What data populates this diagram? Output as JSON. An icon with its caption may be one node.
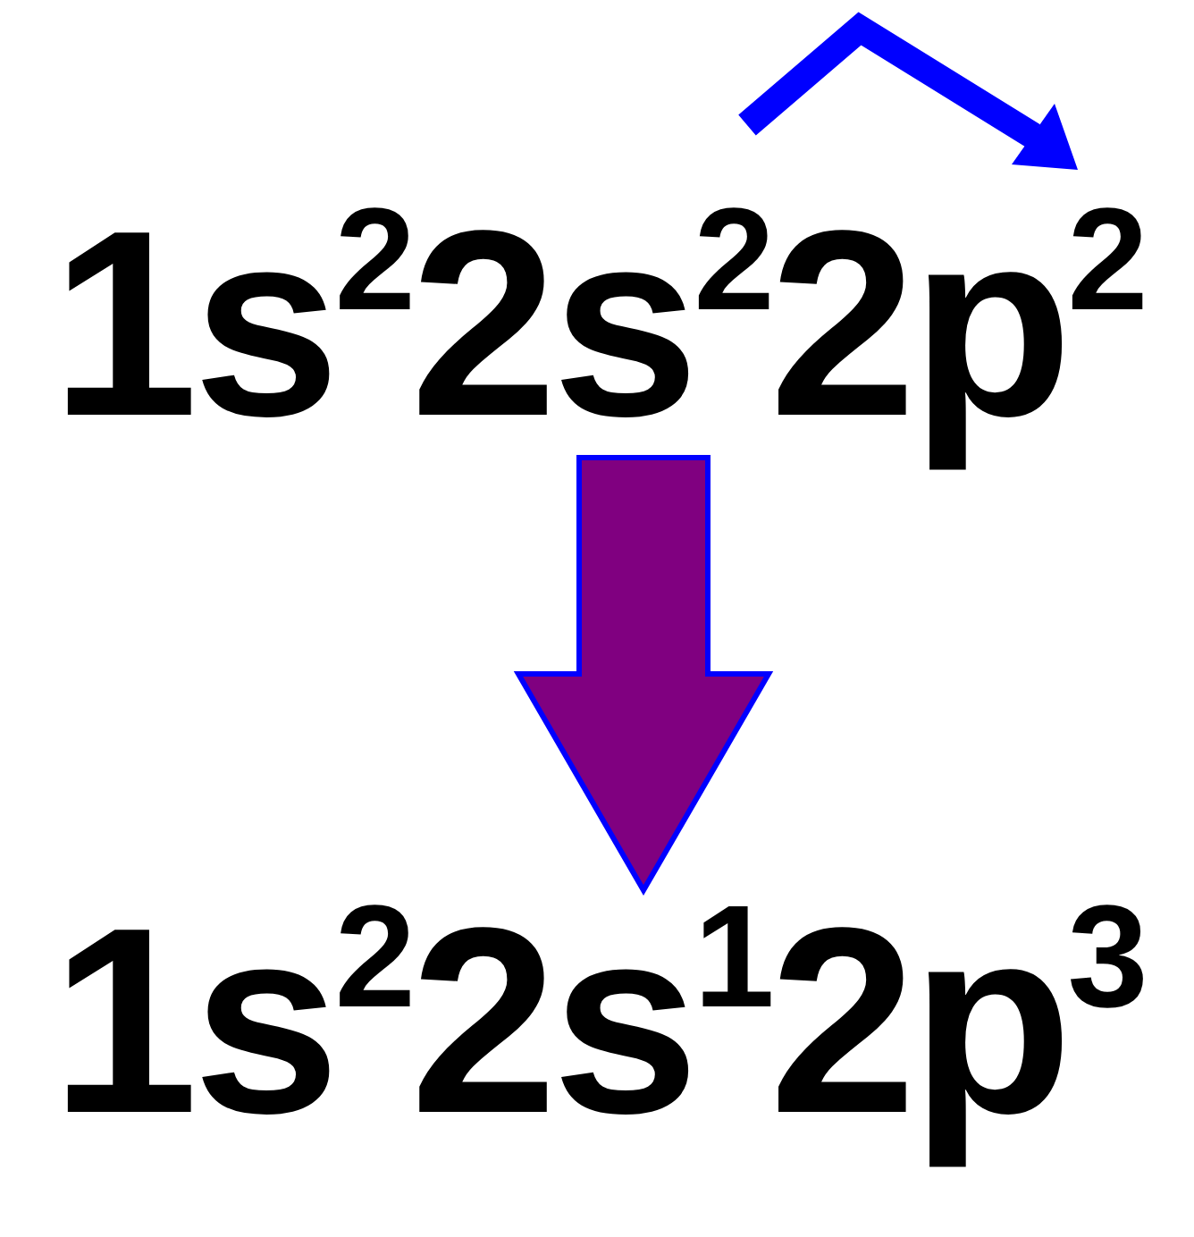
{
  "diagram": {
    "nodes": [
      {
        "text": [
          "1s$^{2}$2s$^{2}$2p$^{2}$"
        ]
      },
      {
        "text": [
          "1s$^{2}$2s$^{1}$2p$^{3}$"
        ]
      }
    ],
    "edges": [
      {
        "from": 0,
        "to": 1,
        "arrow": "to",
        "style": "thick"
      }
    ]
  }
}
